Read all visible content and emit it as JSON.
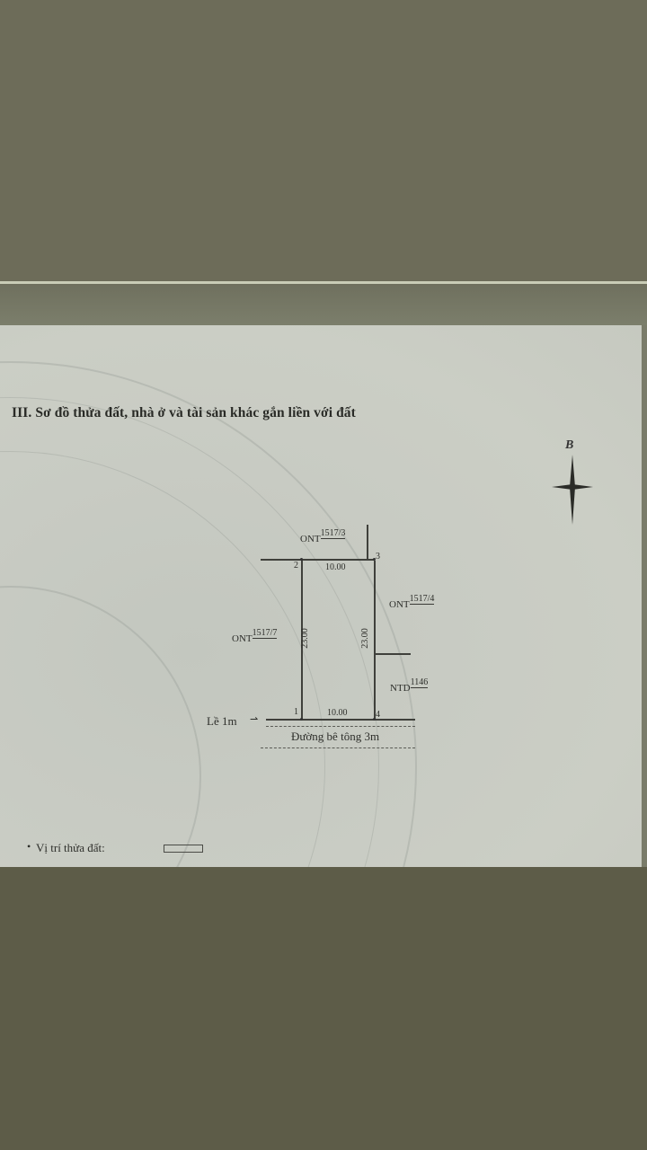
{
  "document": {
    "heading": "III. Sơ đồ thửa đất, nhà ở và tài sản khác gắn liền với đất",
    "compass": {
      "north_label": "B",
      "icon": "compass-rose-icon"
    },
    "parcel": {
      "corner_labels": [
        "1",
        "2",
        "3",
        "4"
      ],
      "top_edge_length": "10.00",
      "bottom_edge_length": "10.00",
      "left_edge_length": "23.00",
      "right_edge_length": "23.00"
    },
    "neighbors": {
      "north": {
        "type": "ONT",
        "number": "1517/3"
      },
      "east_upper": {
        "type": "ONT",
        "number": "1517/4"
      },
      "east_lower": {
        "type": "NTD",
        "number": "1146"
      },
      "west": {
        "type": "ONT",
        "number": "1517/7"
      }
    },
    "road": {
      "setback_label": "Lề 1m",
      "road_label": "Đường bê tông 3m"
    },
    "legend": {
      "bullet": "•",
      "label": "Vị trí thửa đất:"
    }
  },
  "colors": {
    "background_top": "#6d6c59",
    "background_bottom": "#5d5c48",
    "paper": "#c8cbc3",
    "ink": "#2d2e2a"
  }
}
